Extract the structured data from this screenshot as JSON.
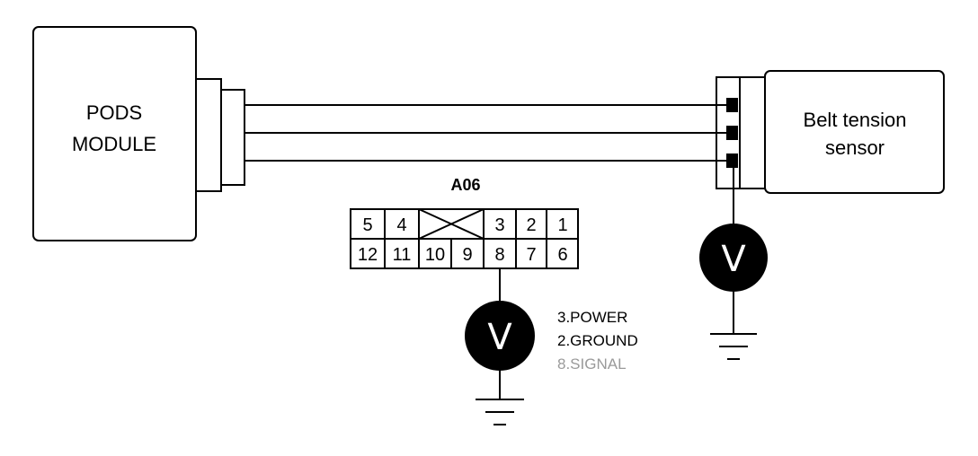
{
  "module": {
    "line1": "PODS",
    "line2": "MODULE"
  },
  "sensor": {
    "line1": "Belt tension",
    "line2": "sensor"
  },
  "connector": {
    "id": "A06",
    "top_row": [
      "5",
      "4",
      "",
      "3",
      "2",
      "1"
    ],
    "bottom_row": [
      "12",
      "11",
      "10",
      "9",
      "8",
      "7",
      "6"
    ]
  },
  "meter_symbol": "V",
  "legend": [
    "3.POWER",
    "2.GROUND",
    "8.SIGNAL"
  ],
  "colors": {
    "ink": "#000000",
    "paper": "#ffffff",
    "legend_faded": "#9a9a9a"
  },
  "icons": [
    "voltmeter-icon",
    "ground-icon"
  ]
}
